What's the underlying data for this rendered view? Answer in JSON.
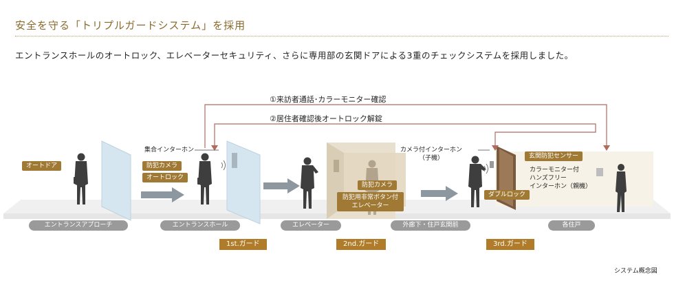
{
  "heading": "安全を守る「トリプルガードシステム」を採用",
  "intro": "エントランスホールのオートロック、エレベーターセキュリティ、さらに専用部の玄関ドアによる3重のチェックシステムを採用しました。",
  "routes": {
    "route1": "①来訪者通話･カラーモニター確認",
    "route2": "②居住者確認後オートロック解錠"
  },
  "equipment": {
    "auto_door": "オートドア",
    "security_camera_1": "防犯カメラ",
    "auto_lock": "オートロック",
    "collective_intercom": "集合インターホン",
    "security_camera_2": "防犯カメラ",
    "elevator_emergency": "防犯用非常ボタン付\nエレベーター",
    "camera_intercom": "カメラ付インターホン\n（子機）",
    "double_lock": "ダブルロック",
    "entrance_sensor": "玄関防犯センサー",
    "color_monitor": "カラーモニター付\nハンズフリー\nインターホン（親機）"
  },
  "places": [
    "エントランスアプローチ",
    "エントランスホール",
    "エレベーター",
    "外廊下・住戸玄関前",
    "各住戸"
  ],
  "guards": [
    "1st.ガード",
    "2nd.ガード",
    "3rd.ガード"
  ],
  "caption": "システム概念図",
  "colors": {
    "accent": "#a07a35",
    "route": "#b06a5e",
    "pill": "#9a9a9a"
  }
}
